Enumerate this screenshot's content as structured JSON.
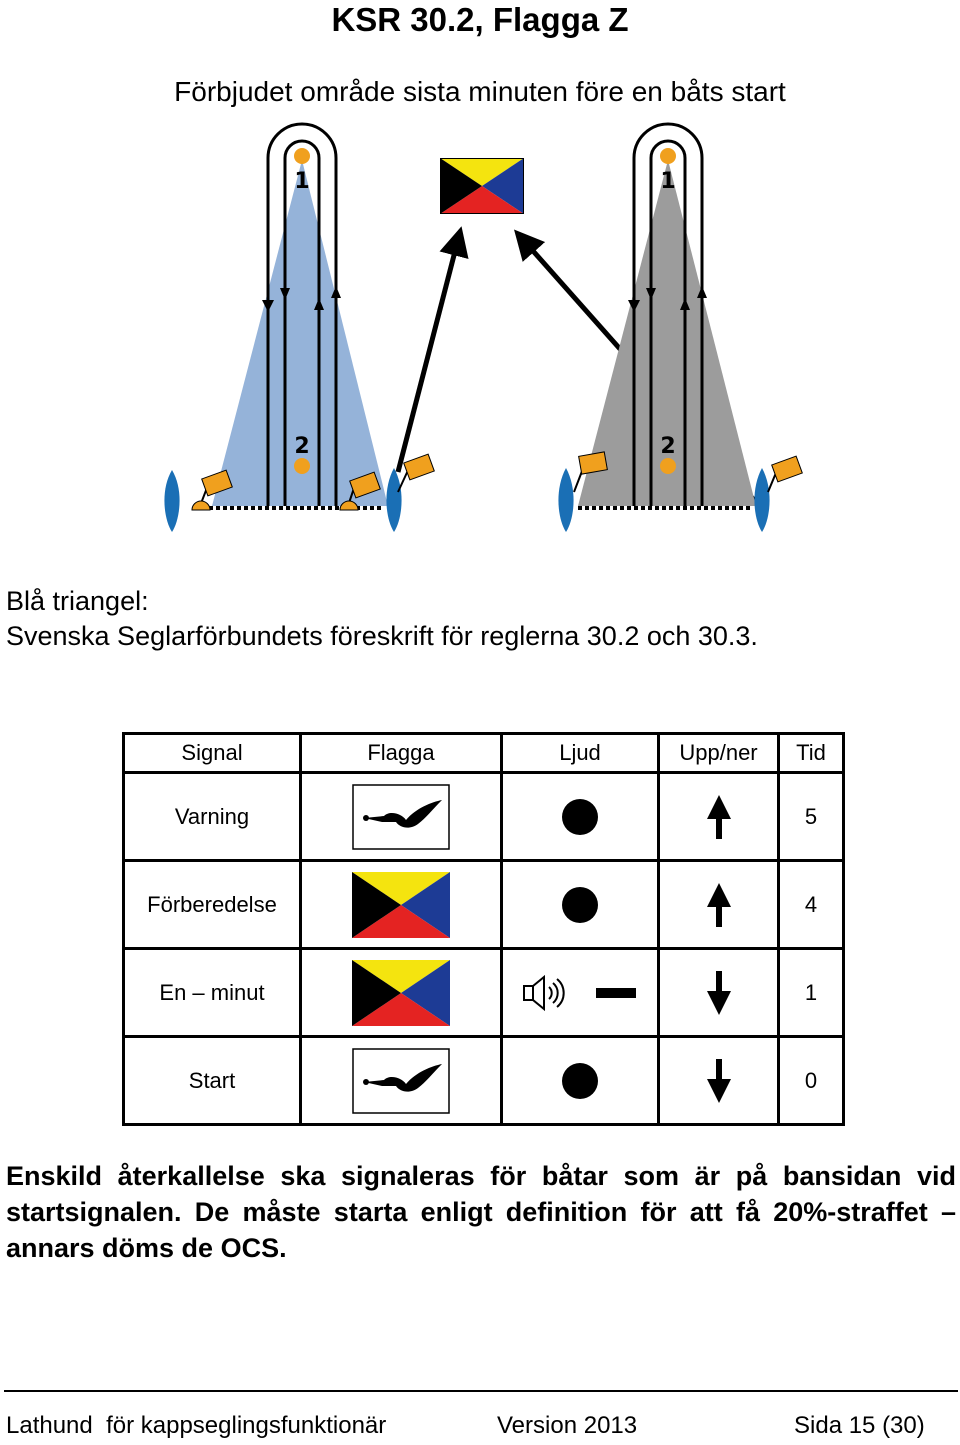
{
  "header": {
    "title": "KSR 30.2, Flagga Z",
    "subtitle": "Förbjudet område sista minuten före en båts start"
  },
  "diagram": {
    "mark_top_label": "1",
    "mark_bottom_label": "2",
    "colors": {
      "blue_triangle": "#95b3d9",
      "gray_triangle": "#9c9c9c",
      "mark_orange": "#f0a01e",
      "boat_blue": "#1a6fb5",
      "flag_yellow": "#f4e40f",
      "flag_blue": "#1d3b95",
      "flag_red": "#e42322",
      "flag_black": "#000000"
    },
    "icons": [
      "z-flag-icon",
      "start-boat-icon",
      "pin-flag-icon",
      "arrow-icon"
    ]
  },
  "note": {
    "line1": "Blå triangel:",
    "line2": "Svenska Seglarförbundets föreskrift för reglerna 30.2 och 30.3."
  },
  "signal_table": {
    "headers": [
      "Signal",
      "Flagga",
      "Ljud",
      "Upp/ner",
      "Tid"
    ],
    "rows": [
      {
        "signal": "Varning",
        "flag": "class-flag-icon",
        "sound": "one-sound-icon",
        "direction": "up-arrow-icon",
        "time": "5"
      },
      {
        "signal": "Förberedelse",
        "flag": "z-flag-icon",
        "sound": "one-sound-icon",
        "direction": "up-arrow-icon",
        "time": "4"
      },
      {
        "signal": "En – minut",
        "flag": "z-flag-icon",
        "sound": "long-sound-icon",
        "direction": "down-arrow-icon",
        "time": "1"
      },
      {
        "signal": "Start",
        "flag": "class-flag-icon",
        "sound": "one-sound-icon",
        "direction": "down-arrow-icon",
        "time": "0"
      }
    ]
  },
  "body_text": "Enskild återkallelse ska signaleras för båtar som är på bansidan vid startsignalen. De måste starta enligt definition för att få 20%-straffet – annars döms de OCS.",
  "footer": {
    "left": "Lathund  för kappseglingsfunktionär",
    "middle": "Version 2013",
    "right": "Sida 15 (30)"
  }
}
